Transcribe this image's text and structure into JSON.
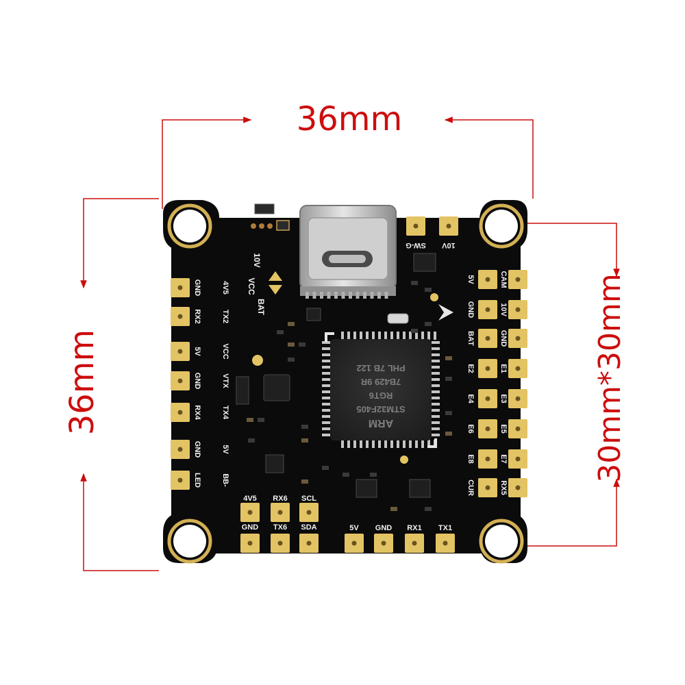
{
  "colors": {
    "dimension": "#cc0d0d",
    "board": "#0b0b0b",
    "pad": "#e3c464",
    "pad_center": "#6a5320",
    "silkscreen": "#f2f2f2",
    "chip": "#262626",
    "usb": "#c9c9c9"
  },
  "dimensions": {
    "width_label": "36mm",
    "height_label": "36mm",
    "mount_label": "30mm*30mm"
  },
  "board": {
    "left_pads": [
      {
        "outer": "GND",
        "inner": "4V5"
      },
      {
        "outer": "RX2",
        "inner": "TX2"
      },
      {
        "outer": "5V",
        "inner": "VCC"
      },
      {
        "outer": "GND",
        "inner": "VTX"
      },
      {
        "outer": "RX4",
        "inner": "TX4"
      },
      {
        "outer": "GND",
        "inner": "5V"
      },
      {
        "outer": "LED",
        "inner": "BB-"
      }
    ],
    "right_pads": [
      {
        "inner": "5V",
        "outer": "CAM"
      },
      {
        "inner": "GND",
        "outer": "10V"
      },
      {
        "inner": "BAT",
        "outer": "GND"
      },
      {
        "inner": "E2",
        "outer": "E1"
      },
      {
        "inner": "E4",
        "outer": "E3"
      },
      {
        "inner": "E6",
        "outer": "E5"
      },
      {
        "inner": "E8",
        "outer": "E7"
      },
      {
        "inner": "CUR",
        "outer": "RX5"
      }
    ],
    "bottom_left_pads": [
      {
        "top": "4V5",
        "bottom": "GND"
      },
      {
        "top": "RX6",
        "bottom": "TX6"
      },
      {
        "top": "SCL",
        "bottom": "SDA"
      }
    ],
    "bottom_right_pads": [
      "5V",
      "GND",
      "RX1",
      "TX1"
    ],
    "top_pads": [
      "SW-G",
      "10V"
    ],
    "vertical_labels": [
      "10V",
      "VCC",
      "BAT"
    ],
    "mcu_lines": [
      "ARM",
      "STM32F405",
      "RGT6",
      "7B429 9R",
      "PHL 7B 122"
    ]
  }
}
